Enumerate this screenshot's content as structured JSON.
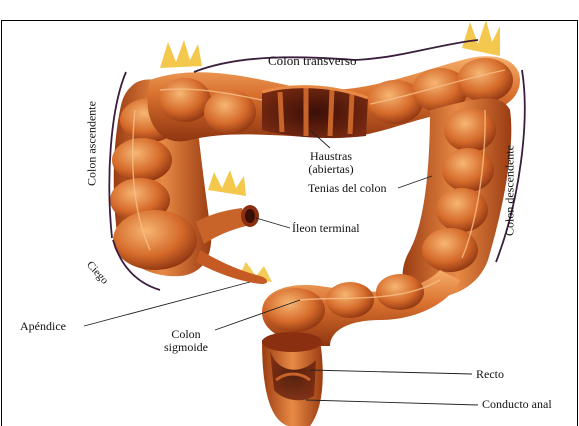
{
  "labels": {
    "colon_transverso": "Colon transverso",
    "colon_ascendente": "Colon ascendente",
    "colon_descendente": "Colon descendente",
    "haustras_line1": "Haustras",
    "haustras_line2": "(abiertas)",
    "tenias": "Tenias del colon",
    "ileon": "Íleon terminal",
    "ciego": "Ciego",
    "apendice": "Apéndice",
    "sigmoide_line1": "Colon",
    "sigmoide_line2": "sigmoide",
    "recto": "Recto",
    "conducto_anal": "Conducto anal"
  },
  "colors": {
    "colon_fill": "#D9702E",
    "colon_highlight": "#F3A45E",
    "colon_shadow": "#9A3C12",
    "fat": "#F2C23A",
    "haustra_inside": "#6B2410",
    "bracket": "#3b1d3d",
    "leader": "#222222"
  }
}
